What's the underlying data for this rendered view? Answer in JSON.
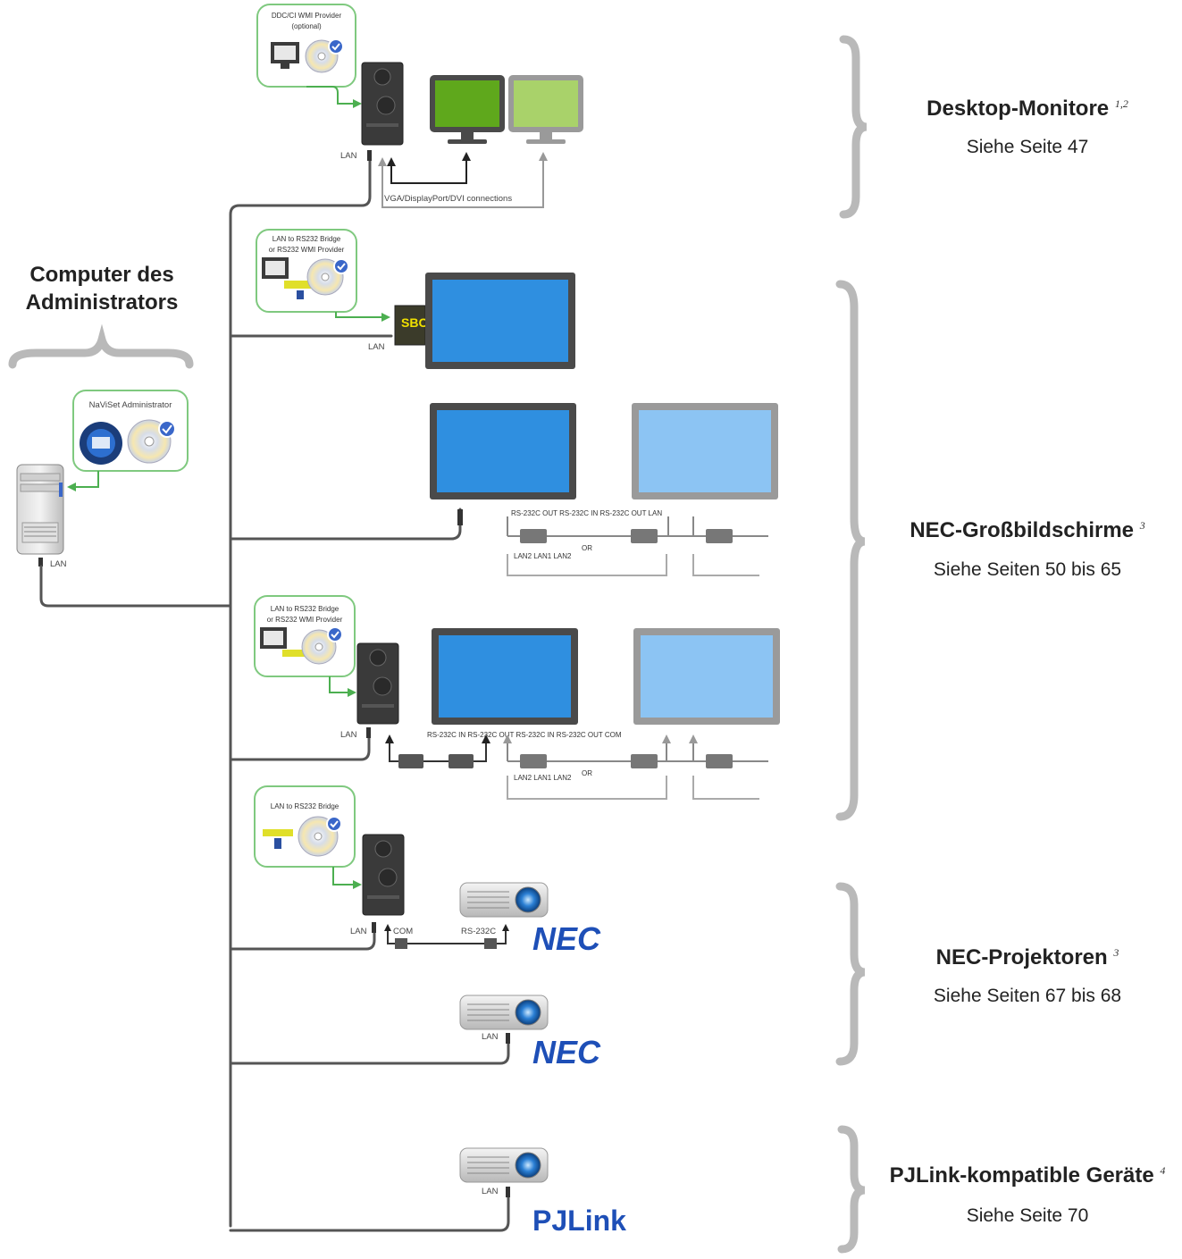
{
  "left": {
    "title_line1": "Computer des",
    "title_line2": "Administrators",
    "software_label": "NaViSet Administrator",
    "lan_label": "LAN"
  },
  "groups": [
    {
      "title": "Desktop-Monitore",
      "sup": "1,2",
      "page": "Siehe Seite 47"
    },
    {
      "title": "NEC-Großbildschirme",
      "sup": "3",
      "page": "Siehe Seiten 50 bis 65"
    },
    {
      "title": "NEC-Projektoren",
      "sup": "3",
      "page": "Siehe Seiten 67 bis 68"
    },
    {
      "title": "PJLink-kompatible Geräte",
      "sup": "4",
      "page": "Siehe Seite 70"
    }
  ],
  "desktop": {
    "provider_line1": "DDC/CI WMI Provider",
    "provider_line2": "(optional)",
    "lan": "LAN",
    "connections": "VGA/DisplayPort/DVI connections"
  },
  "largescreen": {
    "bridge1_line1": "LAN to RS232 Bridge",
    "bridge1_line2": "or RS232 WMI Provider",
    "sbc": "SBC",
    "lan1": "LAN",
    "daisy_top": "RS-232C OUT RS-232C IN RS-232C OUT LAN",
    "or_top": "OR",
    "lan_chain_top": "LAN2 LAN1 LAN2",
    "bridge2_line1": "LAN to RS232 Bridge",
    "bridge2_line2": "or RS232 WMI Provider",
    "lan2": "LAN",
    "daisy_bottom": "RS-232C IN RS-232C OUT RS-232C IN RS-232C OUT COM",
    "or_bottom": "OR",
    "lan_chain_bottom": "LAN2 LAN1 LAN2"
  },
  "projectors": {
    "bridge_label": "LAN to RS232 Bridge",
    "lan": "LAN",
    "com": "COM",
    "rs232c": "RS-232C",
    "lan_proj2": "LAN",
    "brand": "NEC"
  },
  "pjlink": {
    "lan": "LAN",
    "brand": "PJLink"
  },
  "colors": {
    "desktop_green_dark": "#5fa81c",
    "desktop_green_light": "#a9d26a",
    "screen_blue": "#2f8fe0",
    "screen_blue_light": "#8cc4f3",
    "nec_blue": "#1e4fb7",
    "brace_gray": "#b9b9b9"
  },
  "icons": [
    "tower-pc-icon",
    "cd-disc-icon",
    "check-badge-icon",
    "monitor-icon",
    "projector-icon",
    "connector-icon"
  ]
}
